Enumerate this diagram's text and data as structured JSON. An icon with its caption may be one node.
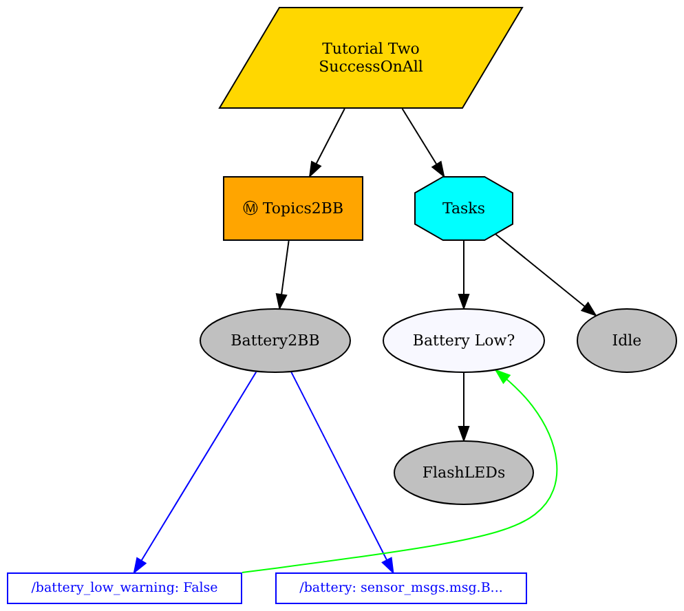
{
  "diagram": {
    "nodes": [
      {
        "text": [
          "Tutorial Two SuccessOnAll"
        ]
      },
      {
        "text": [
          "Ⓜ Topics2BB"
        ]
      },
      {
        "text": [
          "Tasks"
        ]
      },
      {
        "text": [
          "Battery2BB"
        ]
      },
      {
        "text": [
          "Battery Low?"
        ]
      },
      {
        "text": [
          "Idle"
        ]
      },
      {
        "text": [
          "FlashLEDs"
        ]
      },
      {
        "text": [
          "/battery_low_warning: False"
        ]
      },
      {
        "text": [
          "/battery: sensor_msgs.msg.B..."
        ]
      }
    ],
    "edges": [
      {
        "from": 0,
        "to": 1,
        "arrow": "to"
      },
      {
        "from": 0,
        "to": 2,
        "arrow": "to"
      },
      {
        "from": 1,
        "to": 3,
        "arrow": "to"
      },
      {
        "from": 2,
        "to": 4,
        "arrow": "to"
      },
      {
        "from": 2,
        "to": 5,
        "arrow": "to"
      },
      {
        "from": 4,
        "to": 6,
        "arrow": "to"
      },
      {
        "from": 3,
        "to": 7,
        "arrow": "to",
        "color": "#0000ff"
      },
      {
        "from": 3,
        "to": 8,
        "arrow": "to",
        "color": "#0000ff"
      },
      {
        "from": 7,
        "to": 4,
        "arrow": "to",
        "color": "#00ff00"
      }
    ]
  }
}
